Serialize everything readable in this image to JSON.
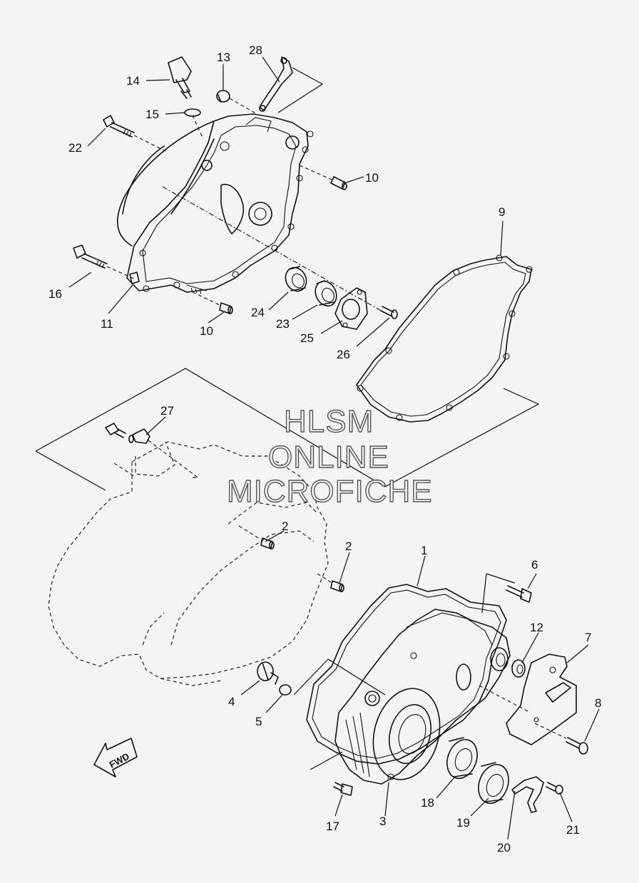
{
  "watermark": [
    "HLSM",
    "ONLINE",
    "MICROFICHE"
  ],
  "direction_label": "FWD",
  "callouts": [
    {
      "id": "c1",
      "label": "1"
    },
    {
      "id": "c2a",
      "label": "2"
    },
    {
      "id": "c2b",
      "label": "2"
    },
    {
      "id": "c3",
      "label": "3"
    },
    {
      "id": "c4",
      "label": "4"
    },
    {
      "id": "c5",
      "label": "5"
    },
    {
      "id": "c6",
      "label": "6"
    },
    {
      "id": "c7",
      "label": "7"
    },
    {
      "id": "c8",
      "label": "8"
    },
    {
      "id": "c9",
      "label": "9"
    },
    {
      "id": "c10a",
      "label": "10"
    },
    {
      "id": "c10b",
      "label": "10"
    },
    {
      "id": "c11",
      "label": "11"
    },
    {
      "id": "c12",
      "label": "12"
    },
    {
      "id": "c13",
      "label": "13"
    },
    {
      "id": "c14",
      "label": "14"
    },
    {
      "id": "c15",
      "label": "15"
    },
    {
      "id": "c16",
      "label": "16"
    },
    {
      "id": "c17",
      "label": "17"
    },
    {
      "id": "c18",
      "label": "18"
    },
    {
      "id": "c19",
      "label": "19"
    },
    {
      "id": "c20",
      "label": "20"
    },
    {
      "id": "c21",
      "label": "21"
    },
    {
      "id": "c22",
      "label": "22"
    },
    {
      "id": "c23",
      "label": "23"
    },
    {
      "id": "c24",
      "label": "24"
    },
    {
      "id": "c25",
      "label": "25"
    },
    {
      "id": "c26",
      "label": "26"
    },
    {
      "id": "c27",
      "label": "27"
    },
    {
      "id": "c28",
      "label": "28"
    }
  ]
}
